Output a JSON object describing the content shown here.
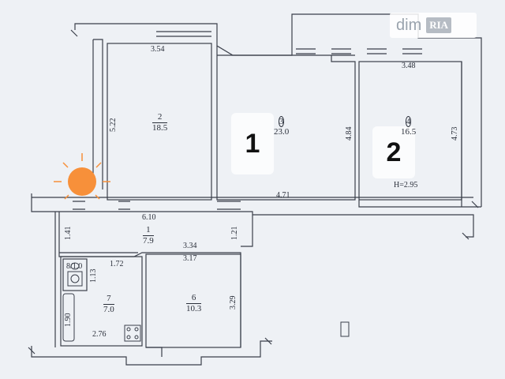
{
  "watermark": {
    "brand": "dim",
    "badge": "RIA"
  },
  "markers": [
    "1",
    "2"
  ],
  "rooms": [
    {
      "number": "1",
      "area": "7.9"
    },
    {
      "number": "2",
      "area": "18.5"
    },
    {
      "number": "3",
      "area": "23.0"
    },
    {
      "number": "4",
      "area": "16.5"
    },
    {
      "number": "6",
      "area": "10.3"
    },
    {
      "number": "7",
      "area": "7.0"
    },
    {
      "number": "8",
      "area": "1.0"
    }
  ],
  "dimensions": {
    "room2_width": "3.54",
    "room2_length": "5.22",
    "room3_width": "4.71",
    "room3_length": "4.84",
    "room4_width": "3.48",
    "room4_length": "4.73",
    "room4_height": "H=2.95",
    "hall_length": "6.10",
    "hall_left": "1.41",
    "hall_right": "1.21",
    "hall_inner": "3.34",
    "room6_width": "3.17",
    "room6_length": "3.29",
    "kitchen_top": "1.72",
    "kitchen_width": "2.76",
    "kitchen_side": "1.90",
    "bath_side": "1.13"
  },
  "colors": {
    "wall": "#3a3f4a",
    "paper": "#eef1f5",
    "sun": "#f7903a"
  },
  "icons": [
    "sun-icon",
    "sink-icon",
    "toilet-icon",
    "stove-icon",
    "bathtub-icon"
  ]
}
